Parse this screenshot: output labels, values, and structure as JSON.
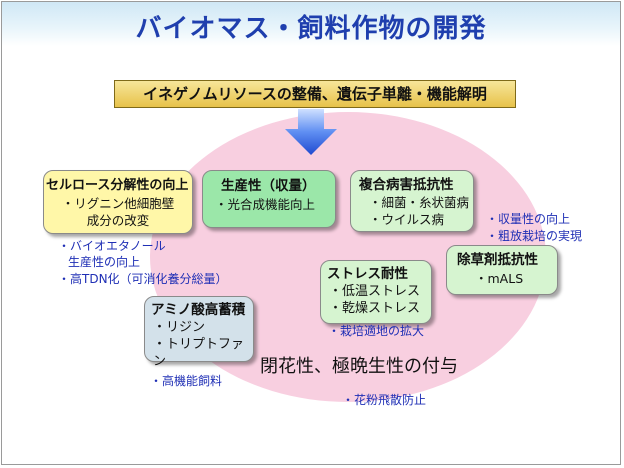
{
  "title": "バイオマス・飼料作物の開発",
  "banner": "イネゲノムリソースの整備、遺伝子単離・機能解明",
  "boxes": {
    "cellulose": {
      "heading": "セルロース分解性の向上",
      "line1": "・リグニン他細胞壁",
      "line2": "成分の改変"
    },
    "yield": {
      "heading": "生産性（収量）",
      "line1": "・光合成機能向上"
    },
    "disease": {
      "heading": "複合病害抵抗性",
      "line1": "・細菌・糸状菌病",
      "line2": "・ウイルス病"
    },
    "herbicide": {
      "heading": "除草剤抵抗性",
      "line1": "・mALS"
    },
    "stress": {
      "heading": "ストレス耐性",
      "line1": "・低温ストレス",
      "line2": "・乾燥ストレス"
    },
    "amino": {
      "heading": "アミノ酸高蓄積",
      "line1": "・リジン",
      "line2": "・トリプトファン"
    }
  },
  "notes": {
    "bioethanol_1": "・バイオエタノール",
    "bioethanol_2": "生産性の向上",
    "tdn": "・高TDN化（可消化養分総量）",
    "yield_up": "・収量性の向上",
    "rough_cult": "・粗放栽培の実現",
    "cultivation": "・栽培適地の拡大",
    "feed": "・高機能飼料",
    "pollen": "・花粉飛散防止"
  },
  "closing": "閉花性、極晩生性の付与",
  "colors": {
    "title": "#1f3fae",
    "note": "#1f2fb5",
    "ellipse": "#f8cfe0",
    "banner": "#e7c24a",
    "arrow": "#2f5fe0"
  }
}
